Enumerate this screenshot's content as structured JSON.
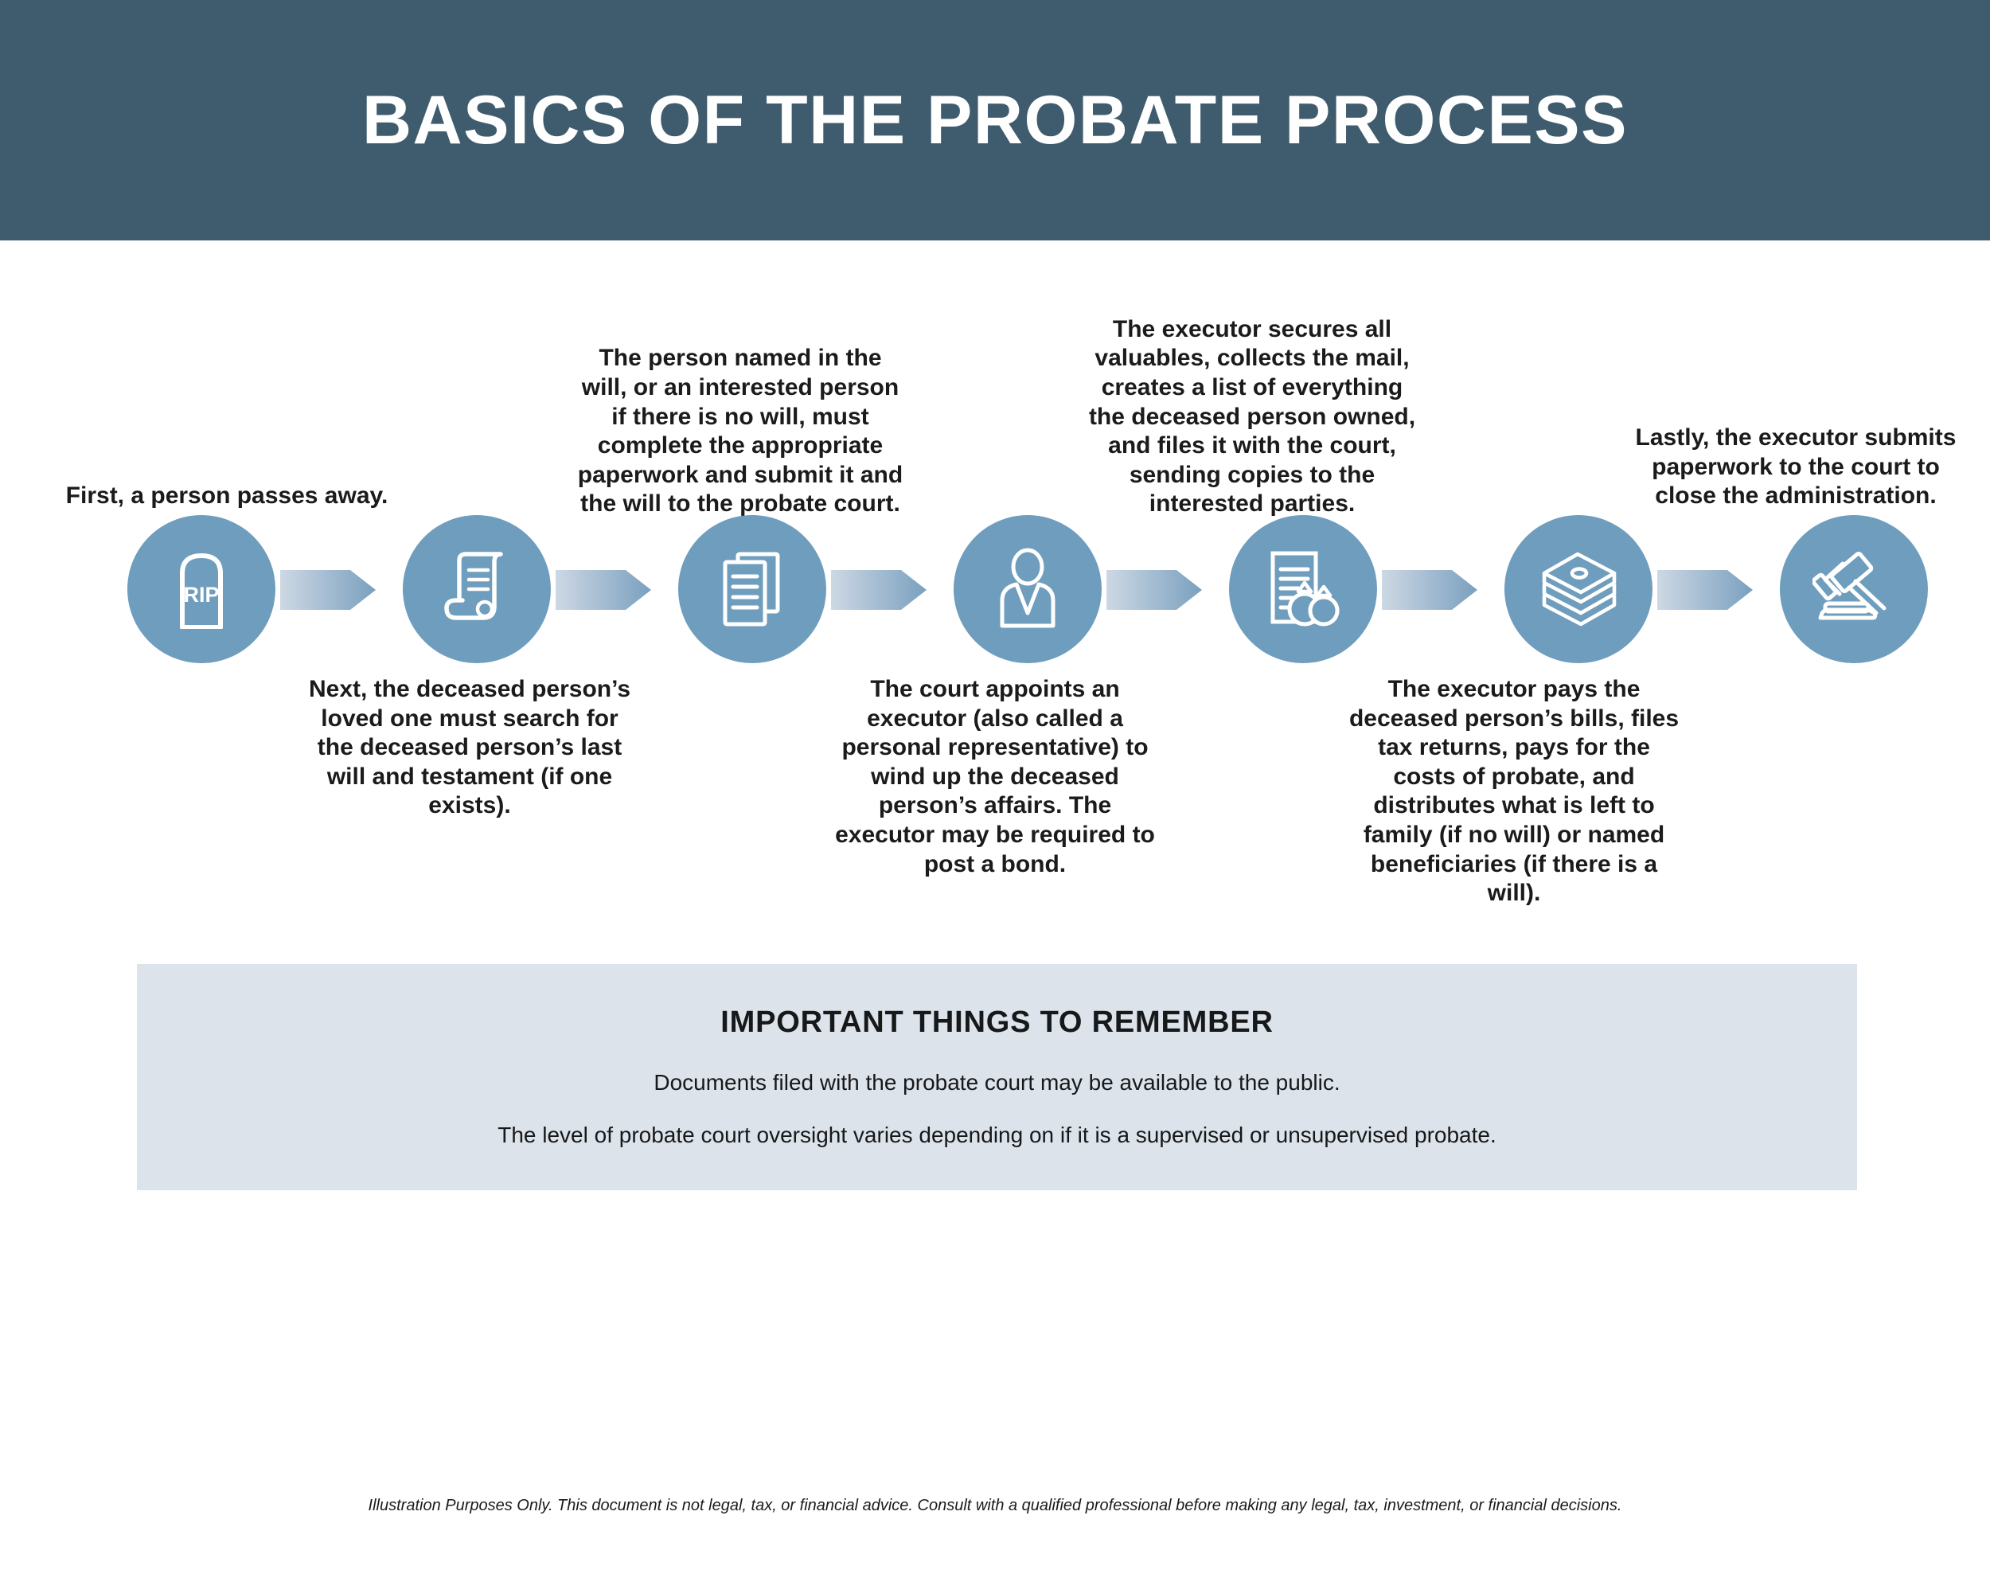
{
  "header": {
    "title": "BASICS OF THE PROBATE PROCESS",
    "background_color": "#3f5c6e",
    "text_color": "#ffffff"
  },
  "theme": {
    "node_color": "#6f9dbd",
    "arrow_gradient_start": "#cdd8e4",
    "arrow_gradient_end": "#7aa0bf",
    "panel_color": "#dce3ea",
    "body_text_color": "#1b1b1b"
  },
  "flow": {
    "steps": [
      {
        "index": 1,
        "icon": "tombstone-icon",
        "icon_text": "RIP",
        "caption_position": "above",
        "caption": "First, a person passes away."
      },
      {
        "index": 2,
        "icon": "scroll-icon",
        "caption_position": "below",
        "caption": "Next, the deceased person’s loved one must search for the deceased person’s last will and testament (if one exists)."
      },
      {
        "index": 3,
        "icon": "documents-icon",
        "caption_position": "above",
        "caption": "The person named in the will, or an interested person if there is no will, must complete the appropriate paperwork and submit it and the will to the probate court."
      },
      {
        "index": 4,
        "icon": "person-executor-icon",
        "caption_position": "below",
        "caption": "The court appoints an executor (also called a personal representative) to wind up the deceased person’s affairs. The executor may be required to post a bond."
      },
      {
        "index": 5,
        "icon": "inventory-jewelry-icon",
        "caption_position": "above",
        "caption": "The executor secures all valuables, collects the mail, creates a list of everything the deceased person owned, and files it with the court, sending copies to the interested parties."
      },
      {
        "index": 6,
        "icon": "cash-stack-icon",
        "caption_position": "below",
        "caption": "The executor pays the deceased person’s bills, files tax returns, pays for the costs of probate, and distributes what is left to family (if no will) or named beneficiaries (if there is a will)."
      },
      {
        "index": 7,
        "icon": "gavel-icon",
        "caption_position": "above",
        "caption": "Lastly, the executor submits paperwork to the court to close the administration."
      }
    ],
    "arrow_count": 6
  },
  "remember": {
    "title": "IMPORTANT THINGS TO REMEMBER",
    "line1": "Documents filed with the probate court may be available to the public.",
    "line2": "The level of probate court oversight varies depending on if it is a supervised or unsupervised probate."
  },
  "footer": {
    "disclaimer": "Illustration Purposes Only. This document is not legal, tax, or financial advice. Consult with a qualified professional before making any legal, tax, investment, or financial decisions."
  }
}
